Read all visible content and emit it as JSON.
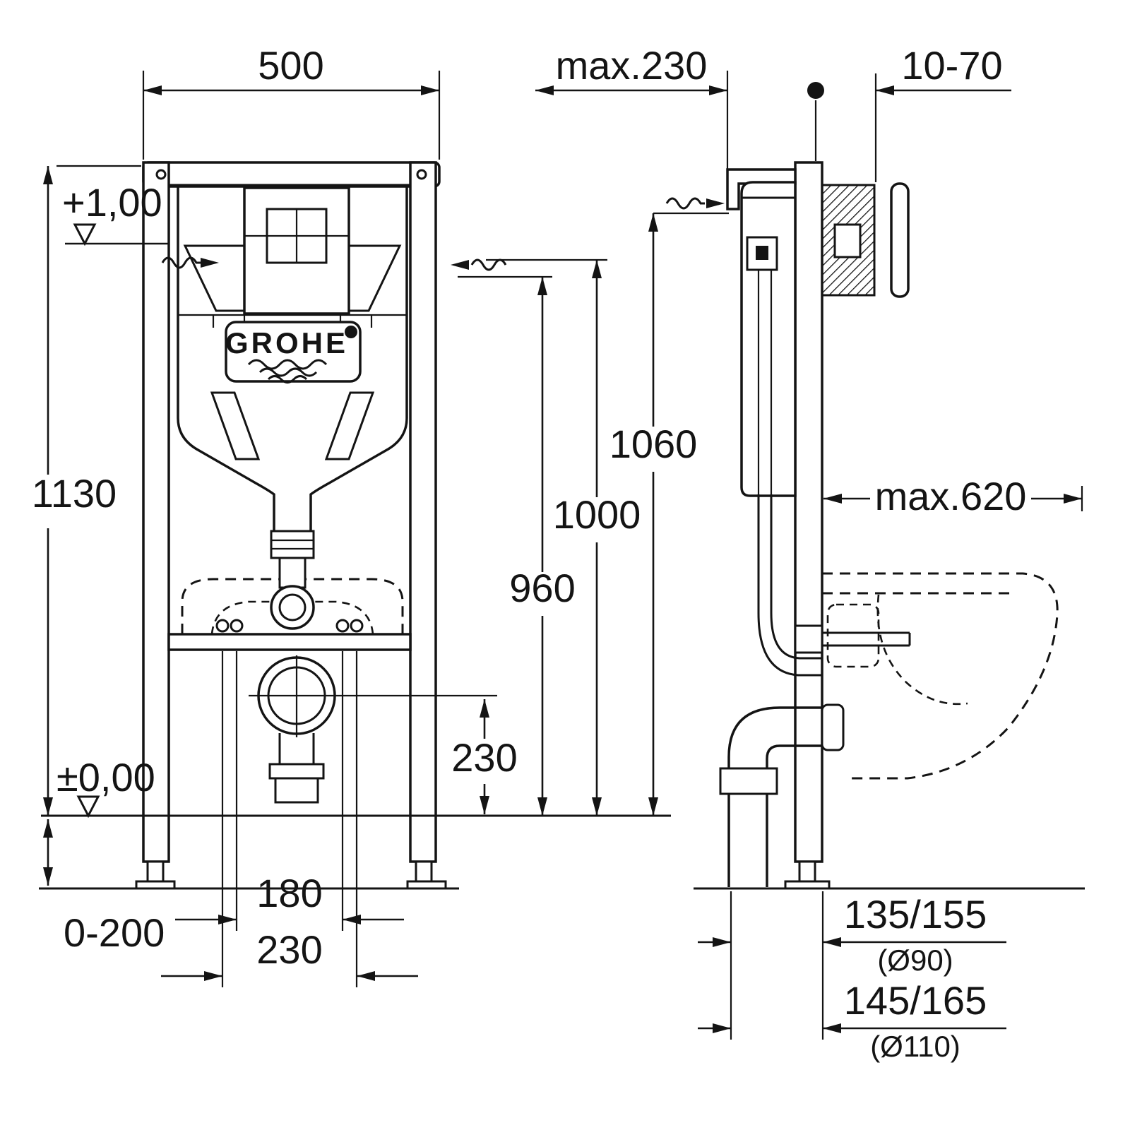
{
  "drawing": {
    "brand": "GROHE",
    "labels": {
      "width": "500",
      "max_depth": "max.230",
      "wall_thickness": "10-70",
      "level_plus": "+1,00",
      "total_height": "1130",
      "h_1060": "1060",
      "h_1000": "1000",
      "h_960": "960",
      "max_side": "max.620",
      "drain_height": "230",
      "level_zero": "±0,00",
      "foot_adjust": "0-200",
      "bolt_180": "180",
      "bolt_230": "230",
      "outlet_90": "135/155",
      "outlet_90_dia": "(Ø90)",
      "outlet_110": "145/165",
      "outlet_110_dia": "(Ø110)"
    }
  }
}
